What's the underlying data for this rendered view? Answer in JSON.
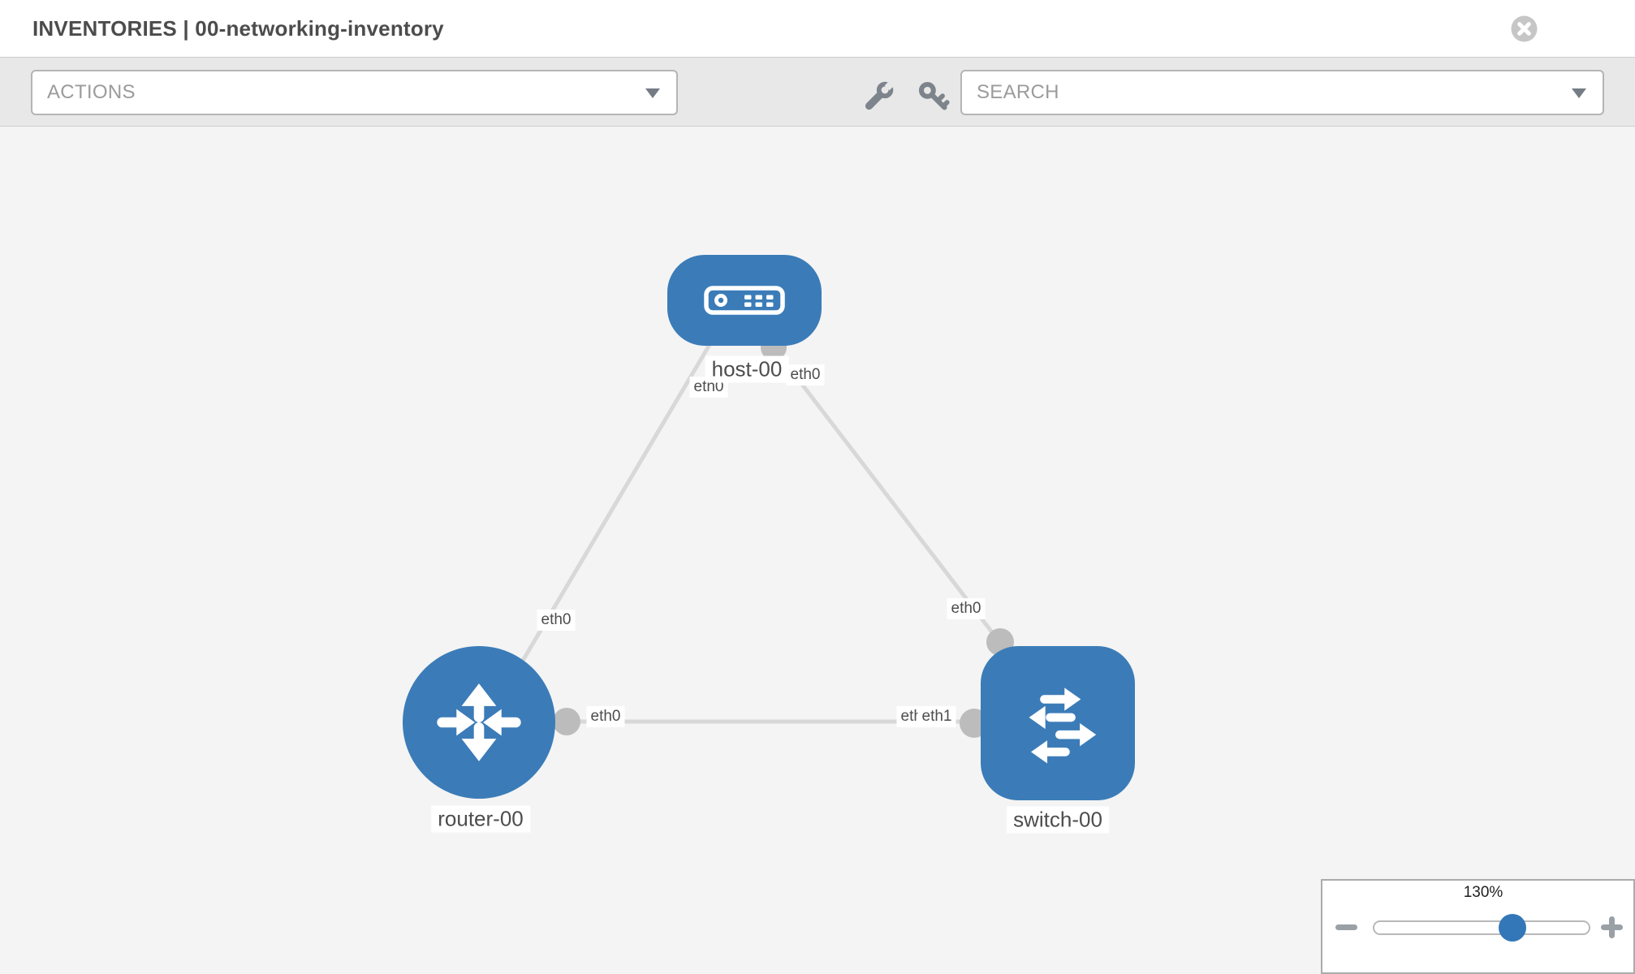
{
  "window": {
    "title": "INVENTORIES | 00-networking-inventory"
  },
  "toolbar": {
    "actions_placeholder": "ACTIONS",
    "search_placeholder": "SEARCH",
    "tool_icons": [
      "wrench-icon",
      "key-icon"
    ]
  },
  "diagram": {
    "nodes": [
      {
        "id": "host-00",
        "label": "host-00",
        "type": "host",
        "icon": "server-icon"
      },
      {
        "id": "router-00",
        "label": "router-00",
        "type": "router",
        "icon": "router-arrows-icon"
      },
      {
        "id": "switch-00",
        "label": "switch-00",
        "type": "switch",
        "icon": "switch-arrows-icon"
      }
    ],
    "links": [
      {
        "from": "host-00",
        "from_interface": "eth0",
        "to": "router-00",
        "to_interface": "eth0"
      },
      {
        "from": "host-00",
        "from_interface": "eth0",
        "to": "switch-00",
        "to_interface": "eth0"
      },
      {
        "from": "router-00",
        "from_interface": "eth0",
        "to": "switch-00",
        "to_interface": "eth1"
      }
    ],
    "if_labels": {
      "host_router_at_host": "eth0",
      "host_router_at_router": "eth0",
      "host_switch_at_host": "eth0",
      "host_switch_at_switch": "eth0",
      "router_switch_at_router": "eth0",
      "router_switch_at_switch_back": "eth0",
      "router_switch_at_switch_front": "eth1"
    }
  },
  "zoom_control": {
    "level": "130%",
    "minus": "-",
    "plus": "+",
    "slider_percent": 64
  },
  "colors": {
    "node_blue": "#3b7cb8",
    "link_gray": "#d8d8d8",
    "connector_gray": "#bcbcbc",
    "thumb_blue": "#3377b8",
    "toolbar_bg": "#e8e8e8",
    "canvas_bg": "#f4f4f4"
  }
}
